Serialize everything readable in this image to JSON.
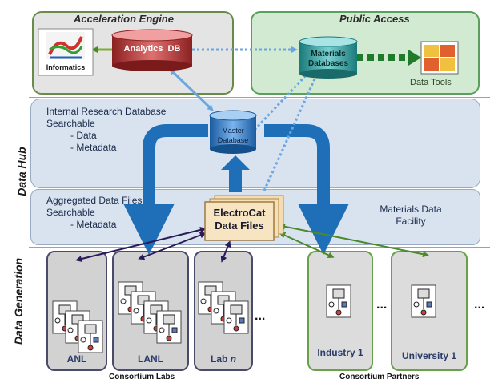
{
  "accel": {
    "title": "Acceleration Engine",
    "informatics": "Informatics",
    "analytics_db": "Analytics  DB"
  },
  "public": {
    "title": "Public Access",
    "materials_db_1": "Materials",
    "materials_db_2": "Databases",
    "data_tools": "Data Tools"
  },
  "hub": {
    "side_label": "Data Hub",
    "internal_1": "Internal Research Database",
    "internal_2": "Searchable",
    "internal_3": "- Data",
    "internal_4": "- Metadata",
    "master_1": "Master",
    "master_2": "Database",
    "aggregated_1": "Aggregated Data Files",
    "aggregated_2": "Searchable",
    "aggregated_3": "- Metadata",
    "electrocat_1": "ElectroCat",
    "electrocat_2": "Data Files",
    "facility_1": "Materials Data",
    "facility_2": "Facility"
  },
  "generation": {
    "side_label": "Data Generation",
    "labs": [
      "ANL",
      "LANL"
    ],
    "lab_n_prefix": "Lab ",
    "lab_n_suffix": "n",
    "partners": [
      "Industry 1",
      "University 1"
    ],
    "dots": "...",
    "consortium_labs": "Consortium Labs",
    "consortium_partners": "Consortium Partners"
  },
  "colors": {
    "accel_fill": "#e3e3e3",
    "accel_border": "#6a8a4a",
    "public_fill": "#d4ead4",
    "public_border": "#5aa05a",
    "hub_fill": "#d7e3f0",
    "hub_border": "#9aa9c4",
    "arrow_blue": "#1f6fb8",
    "arrow_green": "#4a8a2a",
    "arrow_purple": "#3a2a6a",
    "dotted_blue": "#6aa6e0",
    "electrocat_fill": "#f0d8b0"
  }
}
